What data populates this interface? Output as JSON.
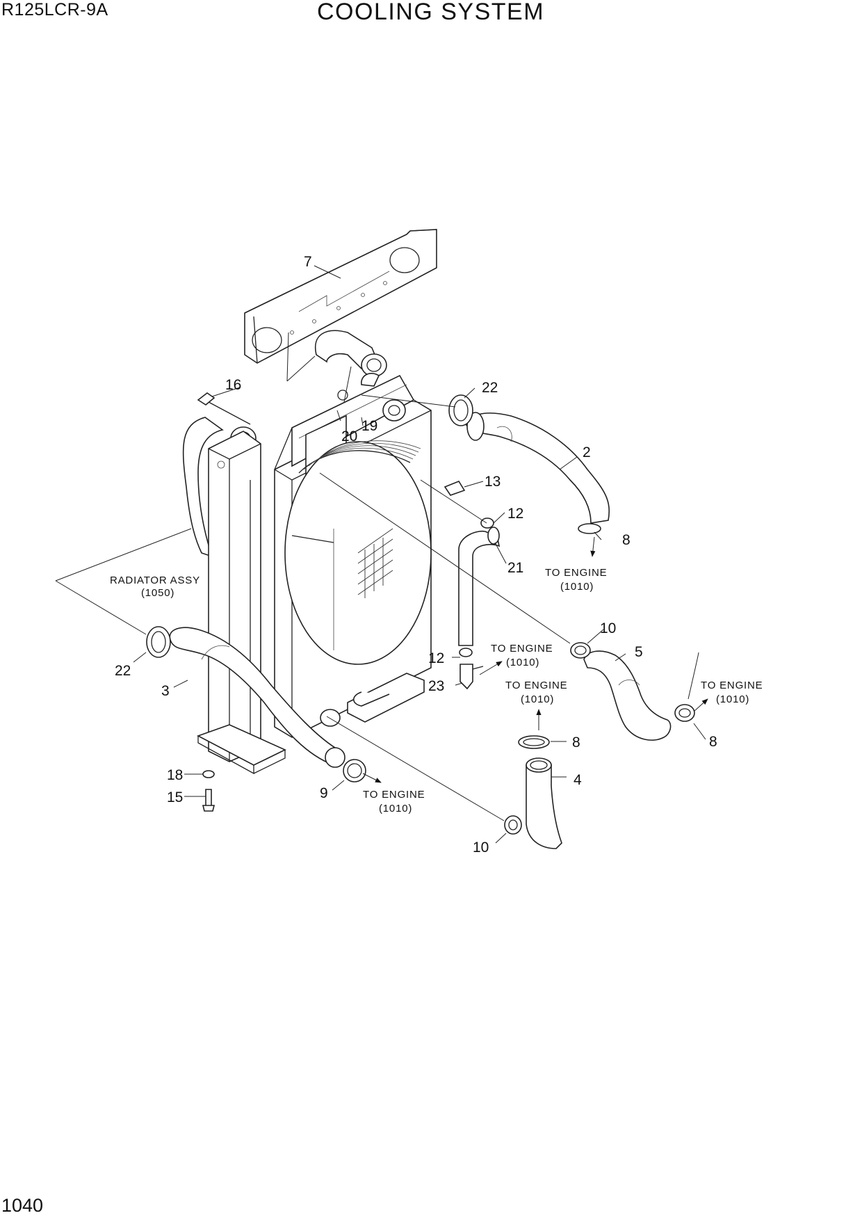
{
  "header": {
    "model": "R125LCR-9A",
    "title": "COOLING SYSTEM"
  },
  "footer": {
    "page_number": "1040"
  },
  "callouts": {
    "c7": "7",
    "c16": "16",
    "c22a": "22",
    "c20": "20",
    "c19": "19",
    "c2": "2",
    "c13": "13",
    "c12a": "12",
    "c8a": "8",
    "c21": "21",
    "c10a": "10",
    "c5": "5",
    "c12b": "12",
    "c23": "23",
    "c8b": "8",
    "c8c": "8",
    "c4": "4",
    "c22b": "22",
    "c3": "3",
    "c18": "18",
    "c15": "15",
    "c9": "9",
    "c10b": "10"
  },
  "notes": {
    "radiator_assy": {
      "label": "RADIATOR ASSY",
      "ref": "(1050)"
    },
    "to_engine_1": {
      "label": "TO ENGINE",
      "ref": "(1010)"
    },
    "to_engine_2": {
      "label": "TO ENGINE",
      "ref": "(1010)"
    },
    "to_engine_3": {
      "label": "TO ENGINE",
      "ref": "(1010)"
    },
    "to_engine_4": {
      "label": "TO ENGINE",
      "ref": "(1010)"
    },
    "to_engine_5": {
      "label": "TO ENGINE",
      "ref": "(1010)"
    }
  }
}
